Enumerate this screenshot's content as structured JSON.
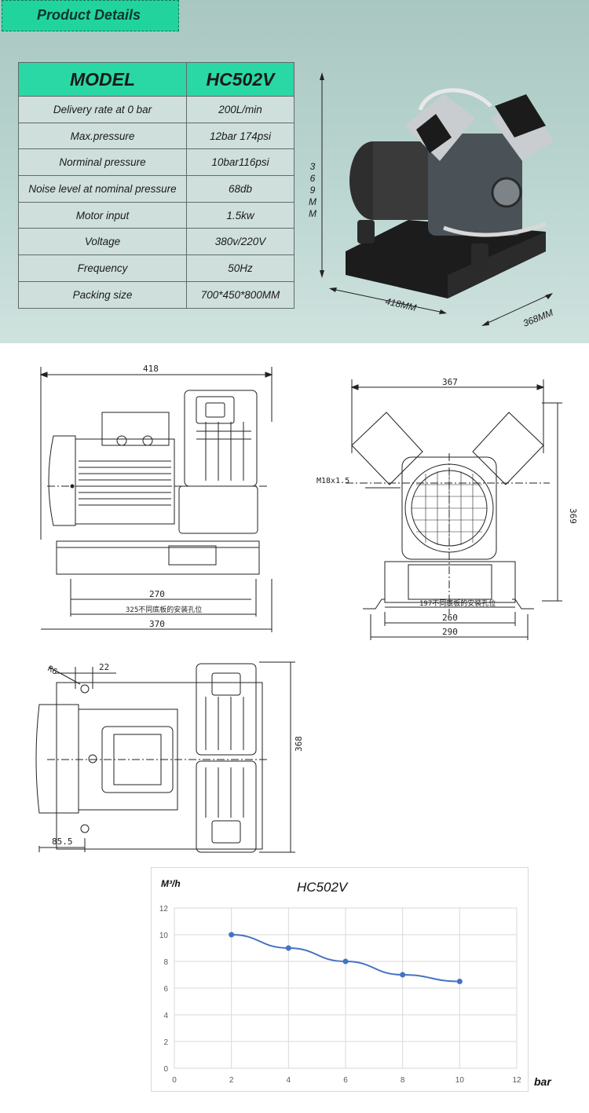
{
  "header": {
    "title": "Product Details"
  },
  "spec_table": {
    "model_label": "MODEL",
    "model_value": "HC502V",
    "rows": [
      {
        "label": "Delivery rate at 0 bar",
        "value": "200L/min"
      },
      {
        "label": "Max.pressure",
        "value": "12bar  174psi"
      },
      {
        "label": "Norminal pressure",
        "value": "10bar116psi"
      },
      {
        "label": "Noise level at nominal pressure",
        "value": "68db"
      },
      {
        "label": "Motor input",
        "value": "1.5kw"
      },
      {
        "label": "Voltage",
        "value": "380v/220V"
      },
      {
        "label": "Frequency",
        "value": "50Hz"
      },
      {
        "label": "Packing size",
        "value": "700*450*800MM"
      }
    ]
  },
  "photo_dims": {
    "height_chars": [
      "3",
      "6",
      "9",
      "M",
      "M"
    ],
    "length": "418MM",
    "width": "368MM"
  },
  "drawing": {
    "side": {
      "top": "418",
      "inner": "270",
      "mount": "325不同底板的安装孔位",
      "bottom": "370"
    },
    "front": {
      "top": "367",
      "thread": "M18x1.5",
      "height": "369",
      "mount": "197不同底板的安装孔位",
      "w1": "260",
      "w2": "290"
    },
    "topview": {
      "r": "R6",
      "d22": "22",
      "height": "368",
      "d85": "85.5"
    }
  },
  "chart_data": {
    "type": "line",
    "title": "HC502V",
    "ylabel": "M³/h",
    "xlabel": "bar",
    "x": [
      2,
      4,
      6,
      8,
      10
    ],
    "series": [
      {
        "values": [
          10,
          9,
          8,
          7,
          6.5
        ],
        "color": "#4472c4"
      }
    ],
    "xlim": [
      0,
      12
    ],
    "ylim": [
      0,
      12
    ],
    "xticks": [
      "0",
      "2",
      "4",
      "6",
      "8",
      "10",
      "12"
    ],
    "yticks": [
      "0",
      "2",
      "4",
      "6",
      "8",
      "10",
      "12"
    ],
    "grid": true
  }
}
